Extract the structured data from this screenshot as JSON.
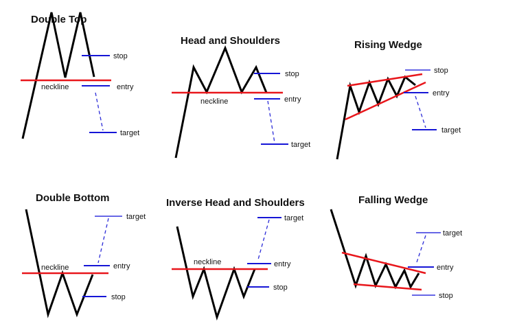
{
  "colors": {
    "price_line": "#000000",
    "neckline": "#e8161b",
    "levels": "#1515d6",
    "background": "#ffffff"
  },
  "patterns": [
    {
      "title": "Double Top",
      "neckline_label": "neckline",
      "levels": {
        "stop": "stop",
        "entry": "entry",
        "target": "target"
      }
    },
    {
      "title": "Head and Shoulders",
      "neckline_label": "neckline",
      "levels": {
        "stop": "stop",
        "entry": "entry",
        "target": "target"
      }
    },
    {
      "title": "Rising Wedge",
      "levels": {
        "stop": "stop",
        "entry": "entry",
        "target": "target"
      }
    },
    {
      "title": "Double Bottom",
      "neckline_label": "neckline",
      "levels": {
        "target": "target",
        "entry": "entry",
        "stop": "stop"
      }
    },
    {
      "title": "Inverse Head and Shoulders",
      "neckline_label": "neckline",
      "levels": {
        "target": "target",
        "entry": "entry",
        "stop": "stop"
      }
    },
    {
      "title": "Falling Wedge",
      "levels": {
        "target": "target",
        "entry": "entry",
        "stop": "stop"
      }
    }
  ]
}
